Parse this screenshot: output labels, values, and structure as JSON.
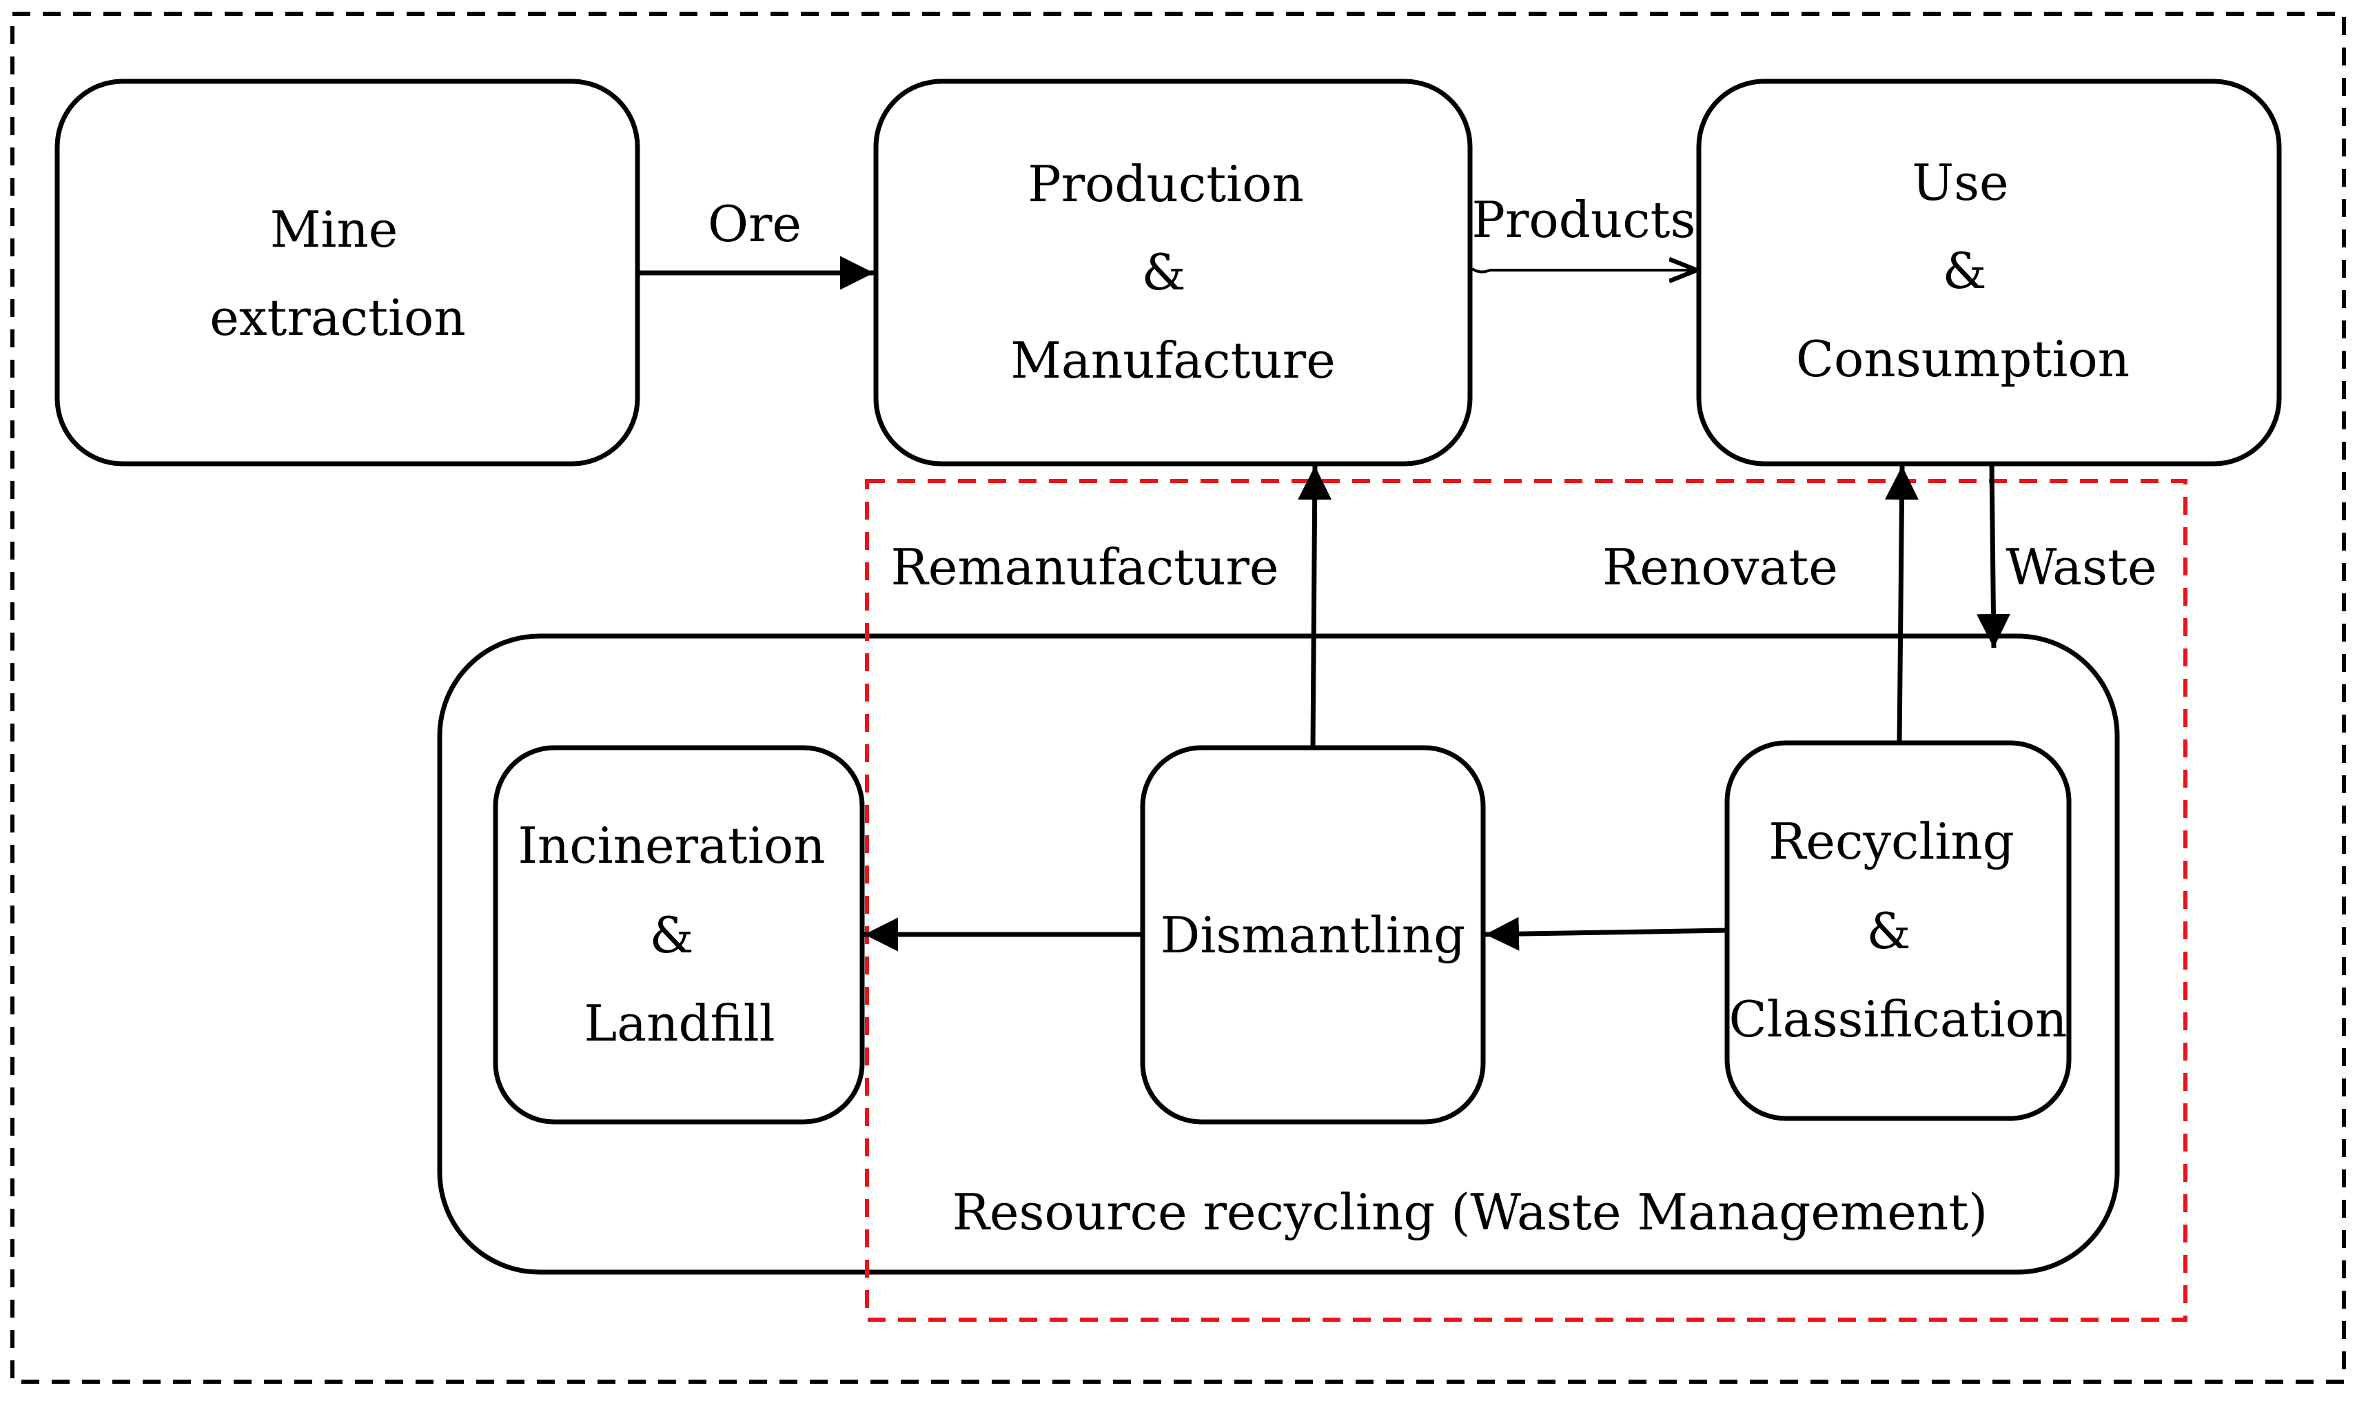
{
  "nodes": {
    "mine": {
      "lines": [
        "Mine",
        "extraction"
      ]
    },
    "production": {
      "lines": [
        "Production",
        "&",
        "Manufacture"
      ]
    },
    "use": {
      "lines": [
        "Use",
        "&",
        "Consumption"
      ]
    },
    "incineration": {
      "lines": [
        "Incineration",
        "&",
        "Landfill"
      ]
    },
    "dismantling": {
      "lines": [
        "Dismantling"
      ]
    },
    "recycling": {
      "lines": [
        "Recycling",
        "&",
        "Classification"
      ]
    }
  },
  "groups": {
    "resource_recycling": {
      "label": "Resource recycling (Waste Management)"
    }
  },
  "edges": {
    "ore": {
      "label": "Ore"
    },
    "products": {
      "label": "Products"
    },
    "remanufacture": {
      "label": "Remanufacture"
    },
    "renovate": {
      "label": "Renovate"
    },
    "waste": {
      "label": "Waste"
    }
  },
  "colors": {
    "outer_frame": "#000000",
    "inner_frame": "#e8141b"
  }
}
